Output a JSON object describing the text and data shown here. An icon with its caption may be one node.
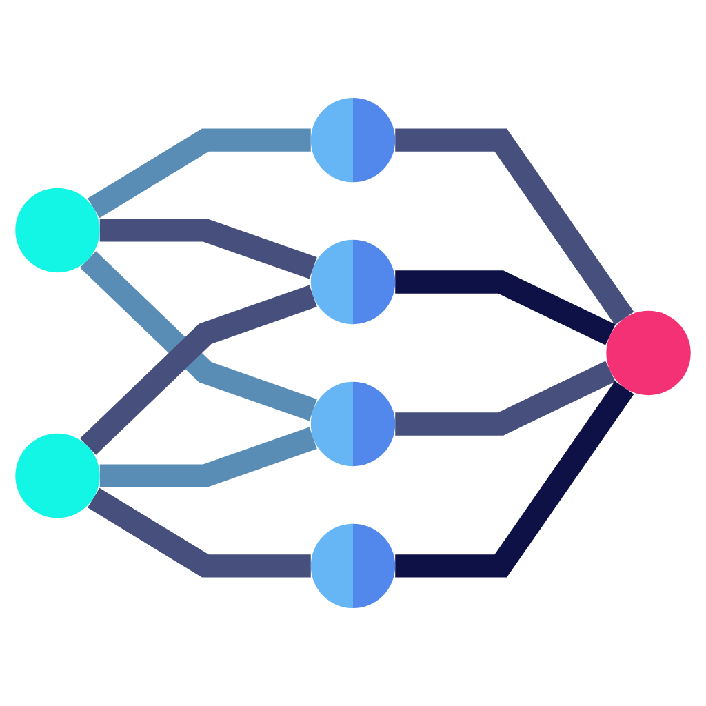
{
  "diagram": {
    "nodes": [
      {
        "text": [],
        "shape": "circle"
      },
      {
        "text": [],
        "shape": "circle"
      },
      {
        "text": [],
        "shape": "circle"
      },
      {
        "text": [],
        "shape": "circle"
      },
      {
        "text": [],
        "shape": "circle"
      },
      {
        "text": [],
        "shape": "circle"
      },
      {
        "text": [],
        "shape": "circle"
      }
    ],
    "edges": [
      {
        "from": 0,
        "to": 2,
        "arrow": "none",
        "color": "#5a8db6"
      },
      {
        "from": 0,
        "to": 3,
        "arrow": "none"
      },
      {
        "from": 0,
        "to": 4,
        "arrow": "none",
        "color": "#5a8db6"
      },
      {
        "from": 1,
        "to": 3,
        "arrow": "none"
      },
      {
        "from": 1,
        "to": 4,
        "arrow": "none",
        "color": "#5a8db6"
      },
      {
        "from": 1,
        "to": 5,
        "arrow": "none"
      },
      {
        "from": 2,
        "to": 6,
        "arrow": "none"
      },
      {
        "from": 3,
        "to": 6,
        "arrow": "none",
        "color": "#0e1145"
      },
      {
        "from": 4,
        "to": 6,
        "arrow": "none"
      },
      {
        "from": 5,
        "to": 6,
        "arrow": "none",
        "color": "#0e1145"
      }
    ]
  }
}
